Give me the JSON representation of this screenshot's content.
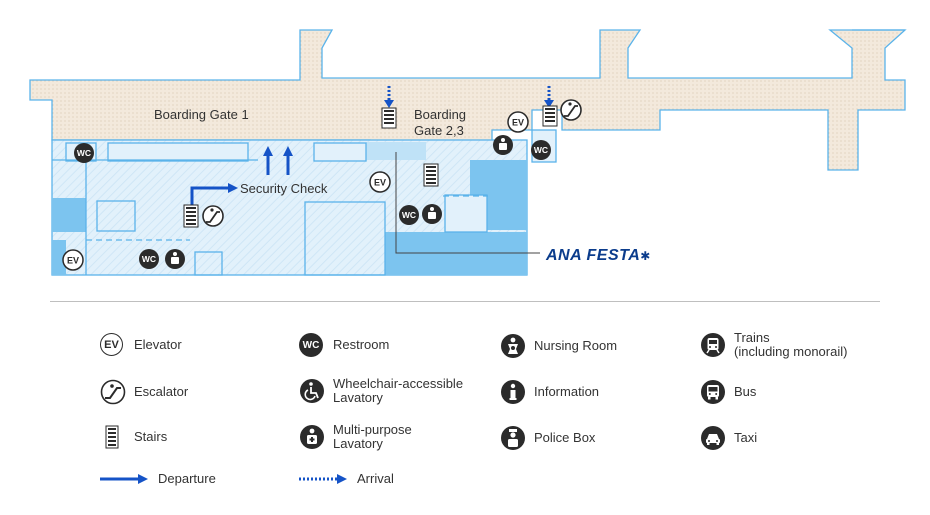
{
  "map": {
    "labels": {
      "boarding_gate_1": "Boarding Gate 1",
      "boarding_gate_23_line1": "Boarding",
      "boarding_gate_23_line2": "Gate 2,3",
      "security_check": "Security Check",
      "shop_name": "ANA FESTA"
    },
    "icon_text": {
      "elevator": "EV",
      "restroom": "WC"
    }
  },
  "legend": {
    "elevator": "Elevator",
    "restroom": "Restroom",
    "nursing_room": "Nursing Room",
    "trains": "Trains\n (including monorail)",
    "escalator": "Escalator",
    "wheelchair_lavatory": "Wheelchair-accessible\nLavatory",
    "information": "Information",
    "bus": "Bus",
    "stairs": "Stairs",
    "multipurpose_lavatory": "Multi-purpose\nLavatory",
    "police_box": "Police Box",
    "taxi": "Taxi",
    "departure": "Departure",
    "arrival": "Arrival"
  },
  "colors": {
    "departure_arrow": "#1553c7",
    "arrival_arrow": "#1553c7",
    "upper_floor_fill": "#efe4d6",
    "lower_floor_fill": "#dff0fa",
    "wall_line": "#5ab3ea",
    "solid_blue": "#7cc4ef",
    "icon_dark": "#2b2b2b"
  }
}
